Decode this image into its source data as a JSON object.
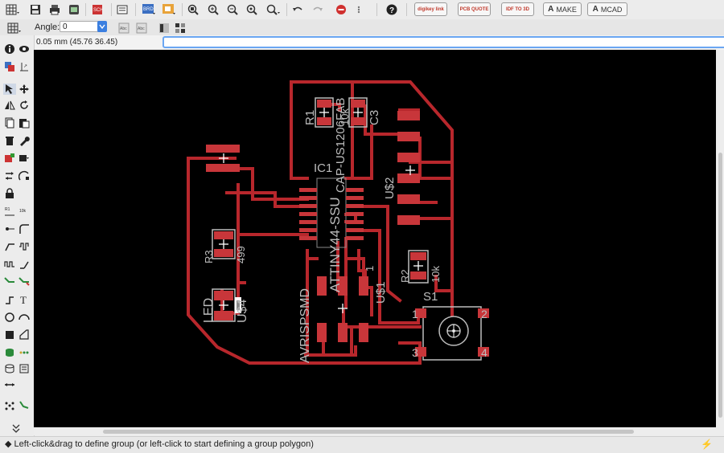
{
  "toolbar": {
    "icons": [
      "grid-icon",
      "save-icon",
      "print-icon",
      "cam-icon",
      "layer-icon",
      "board-icon",
      "schematic-icon",
      "zoom-fit-icon",
      "zoom-in-icon",
      "zoom-out-icon",
      "zoom-select-icon",
      "zoom-redraw-icon",
      "undo-icon",
      "redo-icon",
      "stop-icon",
      "more-icon",
      "help-icon"
    ],
    "ext_buttons": {
      "digikey": "digikey link",
      "pcb": "PCB QUOTE",
      "idf": "IDF TO 3D",
      "make": "MAKE",
      "mcad": "MCAD"
    }
  },
  "param_bar": {
    "angle_label": "Angle:",
    "angle_value": "0"
  },
  "coord_bar": {
    "coordinates": "0.05 mm (45.76 36.45)",
    "command_value": ""
  },
  "board_labels": {
    "r1": "R1",
    "r1_value": "10k",
    "c3": "C3",
    "cap": "CAP-US1206FAB",
    "ic1": "IC1",
    "ic1_value": "ATTINY44-SSU",
    "u2": "U$2",
    "r3": "R3",
    "r3_value": "499",
    "led": "LED",
    "u4": "U$4",
    "avr": "AVRISPSMD",
    "u1": "U$1",
    "one": "1",
    "r2": "R2",
    "r2_value": "10k",
    "s1": "S1",
    "p1": "1",
    "p2": "2",
    "p3": "3",
    "p4": "4"
  },
  "status": {
    "message": "Left-click&drag to define group (or left-click to start defining a group polygon)"
  },
  "colors": {
    "copper": "#c8363a",
    "silk": "#bdbdbd",
    "background": "#000000"
  }
}
